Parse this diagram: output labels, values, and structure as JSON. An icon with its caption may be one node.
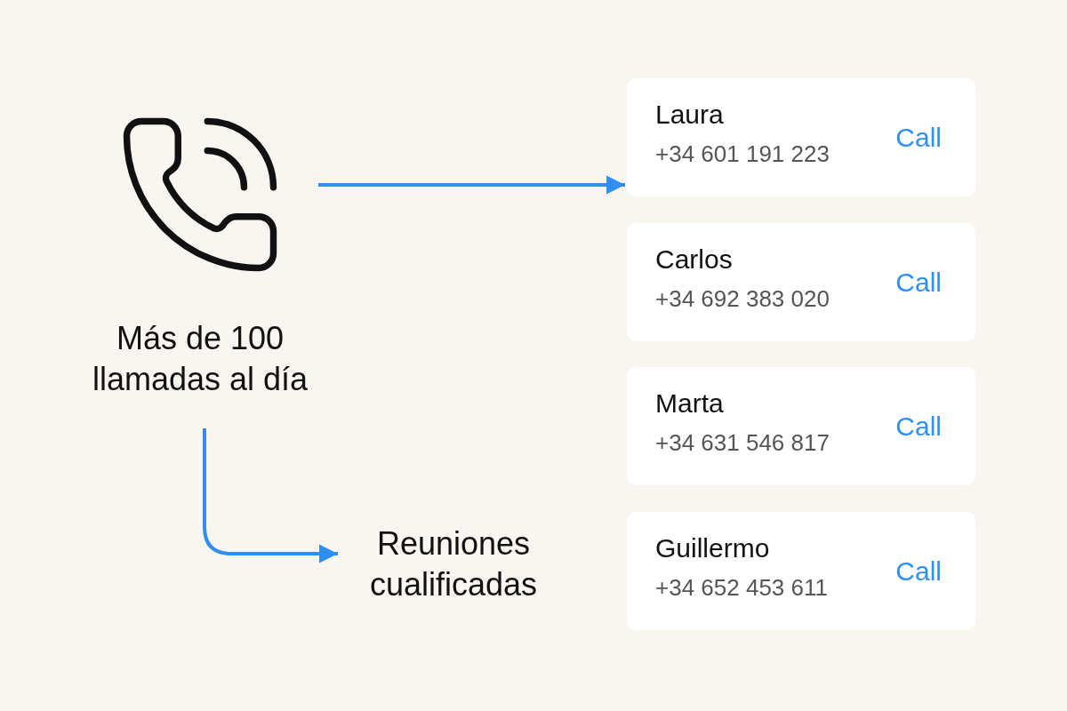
{
  "diagram": {
    "nodes": [
      {
        "text": [
          "Más de 100 llamadas al día"
        ]
      },
      {
        "text": [
          "Laura",
          "+34 601 191 223",
          "Call"
        ]
      },
      {
        "text": [
          "Carlos",
          "+34 692 383 020",
          "Call"
        ]
      },
      {
        "text": [
          "Marta",
          "+34 631 546 817",
          "Call"
        ]
      },
      {
        "text": [
          "Guillermo",
          "+34 652 453 611",
          "Call"
        ]
      },
      {
        "text": [
          "Reuniones cualificadas"
        ]
      }
    ],
    "edges": [
      {
        "from": 0,
        "to": 1,
        "arrow": "to"
      },
      {
        "from": 0,
        "to": 5,
        "arrow": "to"
      }
    ]
  }
}
